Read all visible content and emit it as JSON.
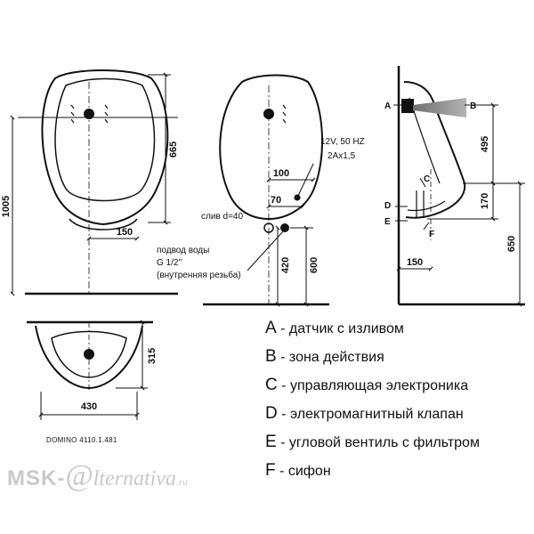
{
  "dimensions": {
    "overall_height": "1005",
    "bowl_height": "665",
    "front_offset": "150",
    "top_offset": "100",
    "side_offset": "70",
    "drain_height": "420",
    "inlet_height": "600",
    "sensor_to_valve": "495",
    "valve_drop": "170",
    "floor_height": "650",
    "wall_offset": "150",
    "depth": "315",
    "width": "430"
  },
  "notes": {
    "power": [
      "12V, 50 HZ",
      "2Ax1,5"
    ],
    "drain": "слив d=40",
    "water_supply": [
      "подвод воды",
      "G 1/2\"",
      "(внутренняя резьба)"
    ],
    "model": "DOMINO 4110.1.481"
  },
  "side_letters": [
    "A",
    "B",
    "C",
    "D",
    "E",
    "F"
  ],
  "legend": [
    {
      "key": "A",
      "text": " - датчик с изливом"
    },
    {
      "key": "B",
      "text": " - зона действия"
    },
    {
      "key": "C",
      "text": " - управляющая электроника"
    },
    {
      "key": "D",
      "text": " - электромагнитный клапан"
    },
    {
      "key": "E",
      "text": " - угловой вентиль с фильтром"
    },
    {
      "key": "F",
      "text": " - сифон"
    }
  ],
  "watermark": {
    "prefix": "MSK-",
    "mark": "@",
    "rest": "lternativa",
    "tld": ".ru"
  },
  "colors": {
    "line": "#111111",
    "sensor_zone": "#8a8a8a",
    "watermark": "#c9c9c9"
  }
}
